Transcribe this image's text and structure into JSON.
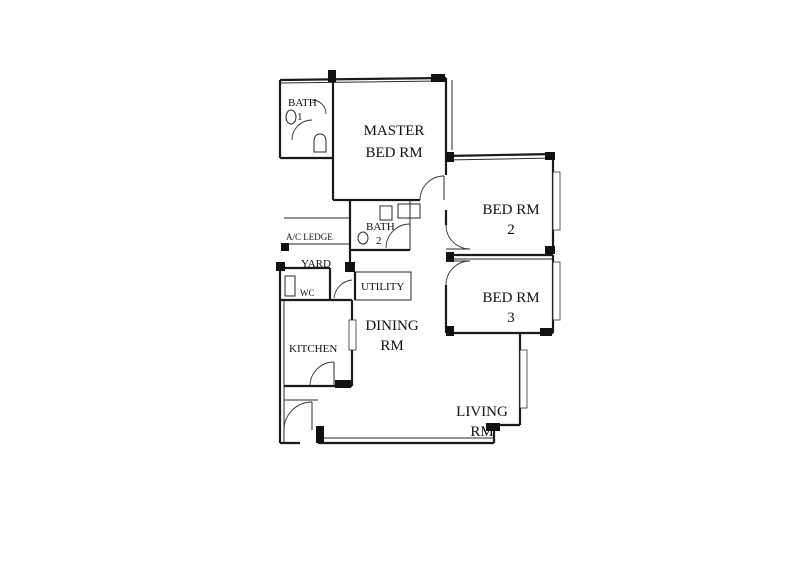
{
  "rooms": {
    "master_line1": "MASTER",
    "master_line2": "BED RM",
    "bath1_line1": "BATH",
    "bath1_line2": "1",
    "bath2_line1": "BATH",
    "bath2_line2": "2",
    "bed2_line1": "BED RM",
    "bed2_line2": "2",
    "bed3_line1": "BED RM",
    "bed3_line2": "3",
    "ac_ledge": "A/C LEDGE",
    "yard": "YARD",
    "wc": "WC",
    "utility": "UTILITY",
    "kitchen": "KITCHEN",
    "dining_line1": "DINING",
    "dining_line2": "RM",
    "living_line1": "LIVING",
    "living_line2": "RM"
  }
}
